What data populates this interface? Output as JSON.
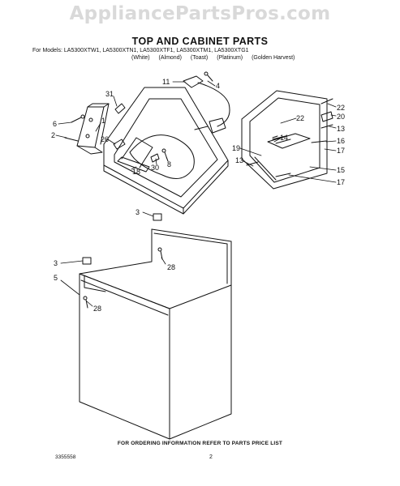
{
  "watermark": "AppliancePartsPros.com",
  "title": "TOP AND CABINET PARTS",
  "models": "For Models: LA5300XTW1, LA5300XTN1, LA5300XTF1, LA5300XTM1, LA5300XTG1",
  "colors": [
    "(White)",
    "(Almond)",
    "(Toast)",
    "(Platinum)",
    "(Golden Harvest)"
  ],
  "callouts": {
    "c11": "11",
    "c4": "4",
    "c31": "31",
    "c6": "6",
    "c1": "1",
    "c2": "2",
    "c26": "26",
    "c30": "30",
    "c8": "8",
    "c18": "18",
    "c22a": "22",
    "c20": "20",
    "c22b": "22",
    "c13a": "13",
    "c16": "16",
    "c14": "14",
    "c17a": "17",
    "c19": "19",
    "c13b": "13",
    "c15": "15",
    "c17b": "17",
    "c3a": "3",
    "c28a": "28",
    "c3b": "3",
    "c5": "5",
    "c28b": "28"
  },
  "footer": "FOR ORDERING INFORMATION REFER TO PARTS PRICE LIST",
  "doc_number": "3355558",
  "page_number": "2"
}
